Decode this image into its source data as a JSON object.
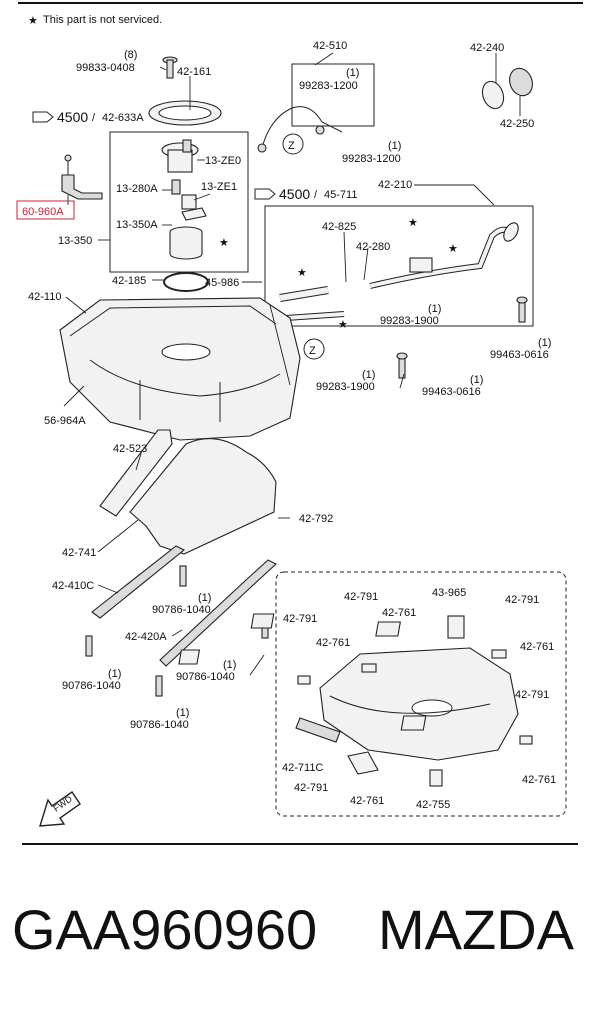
{
  "notice": {
    "star": "★",
    "text": "This part is not serviced."
  },
  "highlighted_part": "60-960A",
  "caption": {
    "part_number": "GAA960960",
    "brand": "MAZDA"
  },
  "labels": {
    "p99833": "99833-0408",
    "p99833_qty": "(8)",
    "p42161": "42-161",
    "ref4500a": "4500",
    "ref42633a": "42-633A",
    "p13ze0": "13-ZE0",
    "p13280a": "13-280A",
    "p13ze1": "13-ZE1",
    "p13350a": "13-350A",
    "p13350": "13-350",
    "p42510": "42-510",
    "p99283a": "99283-1200",
    "p99283a_qty": "(1)",
    "p99283b": "99283-1200",
    "p99283b_qty": "(1)",
    "ref4500b": "4500",
    "ref45711": "45-711",
    "p42240": "42-240",
    "p42250": "42-250",
    "p42210": "42-210",
    "p42825": "42-825",
    "p42280": "42-280",
    "p42185": "42-185",
    "p45986": "45-986",
    "p42110": "42-110",
    "p99283c": "99283-1900",
    "p99283c_qty": "(1)",
    "p99463a": "99463-0616",
    "p99463a_qty": "(1)",
    "p99283d": "99283-1900",
    "p99283d_qty": "(1)",
    "p99463b": "99463-0616",
    "p99463b_qty": "(1)",
    "p56964a": "56-964A",
    "p42523": "42-523",
    "p42792": "42-792",
    "p42741": "42-741",
    "p42410c": "42-410C",
    "p90786a": "90786-1040",
    "p90786a_qty": "(1)",
    "p42420a": "42-420A",
    "p90786b": "90786-1040",
    "p90786b_qty": "(1)",
    "p90786c": "90786-1040",
    "p90786c_qty": "(1)",
    "p90786d": "90786-1040",
    "p90786d_qty": "(1)",
    "d42791a": "42-791",
    "d42761a": "42-761",
    "d43965": "43-965",
    "d42791b": "42-791",
    "d42791c": "42-791",
    "d42761b": "42-761",
    "d42761c": "42-761",
    "d42791d": "42-791",
    "d42711c": "42-711C",
    "d42791e": "42-791",
    "d42761d": "42-761",
    "d42755": "42-755",
    "d42761e": "42-761",
    "z": "Z",
    "fwd": "FWD"
  }
}
